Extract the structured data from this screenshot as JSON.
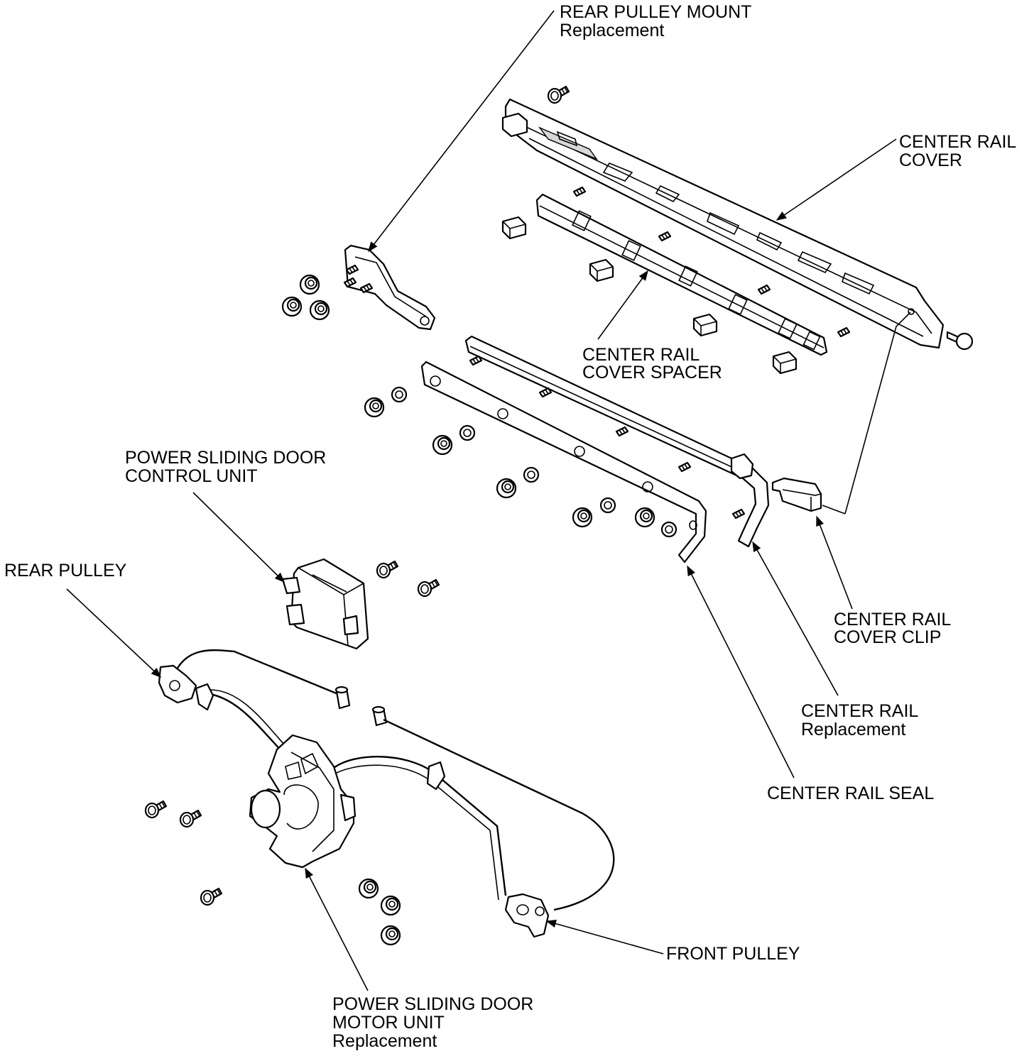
{
  "labels": {
    "rear_pulley_mount": [
      "REAR PULLEY MOUNT",
      "Replacement"
    ],
    "center_rail_cover": [
      "CENTER RAIL",
      "COVER"
    ],
    "center_rail_cover_spacer": [
      "CENTER RAIL",
      "COVER SPACER"
    ],
    "control_unit": [
      "POWER SLIDING DOOR",
      "CONTROL UNIT"
    ],
    "rear_pulley": [
      "REAR PULLEY"
    ],
    "center_rail_cover_clip": [
      "CENTER RAIL",
      "COVER CLIP"
    ],
    "center_rail": [
      "CENTER RAIL",
      "Replacement"
    ],
    "center_rail_seal": [
      "CENTER RAIL SEAL"
    ],
    "front_pulley": [
      "FRONT PULLEY"
    ],
    "motor_unit": [
      "POWER SLIDING DOOR",
      "MOTOR UNIT",
      "Replacement"
    ]
  }
}
